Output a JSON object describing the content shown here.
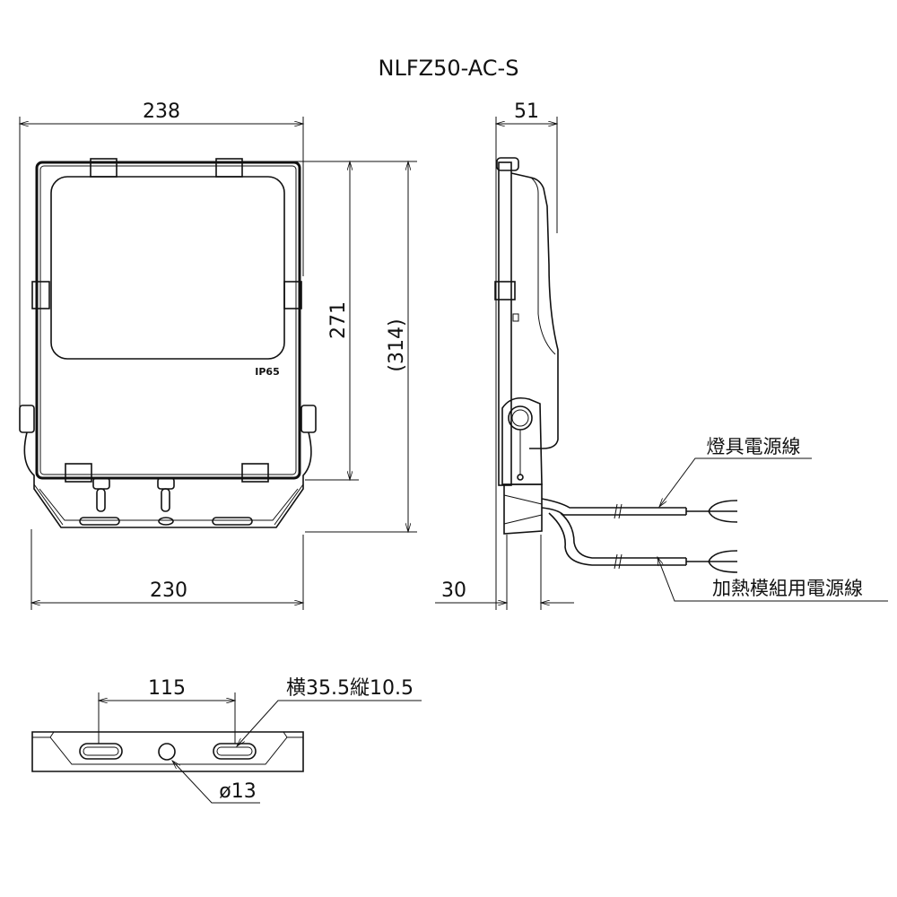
{
  "title": "NLFZ50-AC-S",
  "front_view": {
    "width_top": "238",
    "height_body": "271",
    "height_total": "(314)",
    "width_bracket": "230",
    "marking": "IP65"
  },
  "side_view": {
    "depth": "51",
    "bracket_depth": "30",
    "cable_lamp_label": "燈具電源線",
    "cable_heater_label": "加熱模組用電源線"
  },
  "bracket_view": {
    "slot_spacing": "115",
    "slot_size": "横35.5縦10.5",
    "hole_diameter": "ø13"
  }
}
